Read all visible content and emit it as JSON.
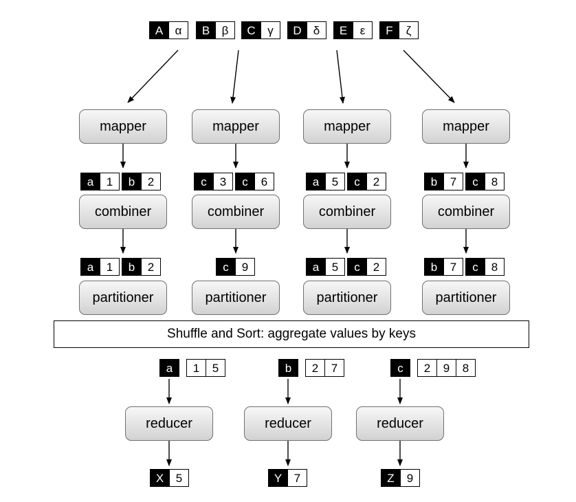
{
  "inputs": [
    {
      "k": "A",
      "v": "α"
    },
    {
      "k": "B",
      "v": "β"
    },
    {
      "k": "C",
      "v": "γ"
    },
    {
      "k": "D",
      "v": "δ"
    },
    {
      "k": "E",
      "v": "ε"
    },
    {
      "k": "F",
      "v": "ζ"
    }
  ],
  "columns": [
    {
      "mapper": "mapper",
      "mapper_out": [
        {
          "k": "a",
          "v": "1"
        },
        {
          "k": "b",
          "v": "2"
        }
      ],
      "combiner": "combiner",
      "combiner_out": [
        {
          "k": "a",
          "v": "1"
        },
        {
          "k": "b",
          "v": "2"
        }
      ],
      "partitioner": "partitioner"
    },
    {
      "mapper": "mapper",
      "mapper_out": [
        {
          "k": "c",
          "v": "3"
        },
        {
          "k": "c",
          "v": "6"
        }
      ],
      "combiner": "combiner",
      "combiner_out": [
        {
          "k": "c",
          "v": "9"
        }
      ],
      "partitioner": "partitioner"
    },
    {
      "mapper": "mapper",
      "mapper_out": [
        {
          "k": "a",
          "v": "5"
        },
        {
          "k": "c",
          "v": "2"
        }
      ],
      "combiner": "combiner",
      "combiner_out": [
        {
          "k": "a",
          "v": "5"
        },
        {
          "k": "c",
          "v": "2"
        }
      ],
      "partitioner": "partitioner"
    },
    {
      "mapper": "mapper",
      "mapper_out": [
        {
          "k": "b",
          "v": "7"
        },
        {
          "k": "c",
          "v": "8"
        }
      ],
      "combiner": "combiner",
      "combiner_out": [
        {
          "k": "b",
          "v": "7"
        },
        {
          "k": "c",
          "v": "8"
        }
      ],
      "partitioner": "partitioner"
    }
  ],
  "shuffle_label": "Shuffle and Sort: aggregate values by keys",
  "reducers": [
    {
      "key": "a",
      "values": [
        "1",
        "5"
      ],
      "label": "reducer",
      "output": {
        "k": "X",
        "v": "5"
      }
    },
    {
      "key": "b",
      "values": [
        "2",
        "7"
      ],
      "label": "reducer",
      "output": {
        "k": "Y",
        "v": "7"
      }
    },
    {
      "key": "c",
      "values": [
        "2",
        "9",
        "8"
      ],
      "label": "reducer",
      "output": {
        "k": "Z",
        "v": "9"
      }
    }
  ]
}
